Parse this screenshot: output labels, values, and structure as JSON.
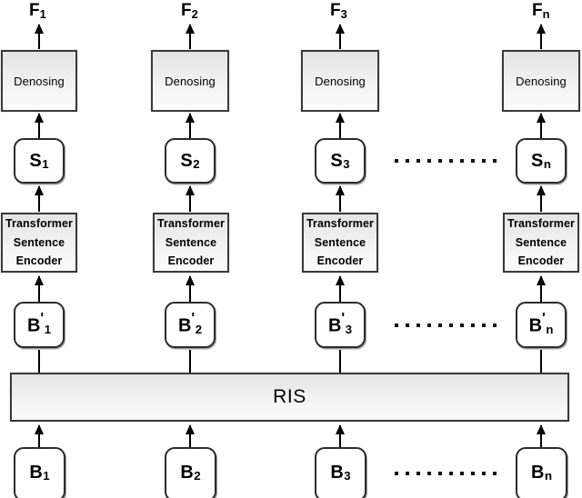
{
  "figure": {
    "title": "Pipeline diagram: RIS to Transformer Sentence Encoder to Denosing",
    "colors": {
      "box_fill_start": "#e4e4e4",
      "box_fill_end": "#fbfbfb",
      "box_border": "#3a3a3a",
      "data_border": "#2b2b2b",
      "data_fill": "#ffffff",
      "arrow": "#000000",
      "background": "#ffffff"
    }
  },
  "labels": {
    "denosing": "Denosing",
    "ris": "RIS",
    "tse_line1": "Transformer",
    "tse_line2": "Sentence",
    "tse_line3": "Encoder"
  },
  "columns": [
    {
      "index": 1,
      "output_label": "F",
      "output_sub": "1",
      "sentence_label": "S",
      "sentence_sub": "1",
      "refined_label": "B",
      "refined_prime": "'",
      "refined_sub": "1",
      "input_label": "B",
      "input_sub": "1"
    },
    {
      "index": 2,
      "output_label": "F",
      "output_sub": "2",
      "sentence_label": "S",
      "sentence_sub": "2",
      "refined_label": "B",
      "refined_prime": "'",
      "refined_sub": "2",
      "input_label": "B",
      "input_sub": "2"
    },
    {
      "index": 3,
      "output_label": "F",
      "output_sub": "3",
      "sentence_label": "S",
      "sentence_sub": "3",
      "refined_label": "B",
      "refined_prime": "'",
      "refined_sub": "3",
      "input_label": "B",
      "input_sub": "3"
    },
    {
      "index": 4,
      "output_label": "F",
      "output_sub": "n",
      "sentence_label": "S",
      "sentence_sub": "n",
      "refined_label": "B",
      "refined_prime": "'",
      "refined_sub": "n",
      "input_label": "B",
      "input_sub": "n"
    }
  ],
  "ellipsis": {
    "dot_count": 10,
    "rows": [
      "sentence-row",
      "refined-row",
      "input-row"
    ]
  }
}
